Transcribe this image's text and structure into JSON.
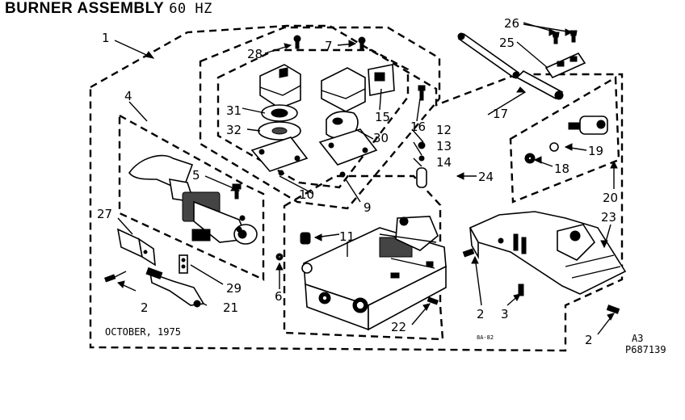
{
  "title": "BURNER ASSEMBLY",
  "subtitle": "60 HZ",
  "date_note": "OCTOBER, 1975",
  "page_code": "A3",
  "drawing_number": "P687139",
  "small_mark": "8A-82",
  "callouts": [
    {
      "id": "c1",
      "label": "1"
    },
    {
      "id": "c2a",
      "label": "2"
    },
    {
      "id": "c2b",
      "label": "2"
    },
    {
      "id": "c2c",
      "label": "2"
    },
    {
      "id": "c3",
      "label": "3"
    },
    {
      "id": "c4",
      "label": "4"
    },
    {
      "id": "c5",
      "label": "5"
    },
    {
      "id": "c6",
      "label": "6"
    },
    {
      "id": "c7",
      "label": "7"
    },
    {
      "id": "c9",
      "label": "9"
    },
    {
      "id": "c10",
      "label": "10"
    },
    {
      "id": "c11",
      "label": "11"
    },
    {
      "id": "c12",
      "label": "12"
    },
    {
      "id": "c13",
      "label": "13"
    },
    {
      "id": "c14",
      "label": "14"
    },
    {
      "id": "c15",
      "label": "15"
    },
    {
      "id": "c16",
      "label": "16"
    },
    {
      "id": "c17",
      "label": "17"
    },
    {
      "id": "c18",
      "label": "18"
    },
    {
      "id": "c19",
      "label": "19"
    },
    {
      "id": "c20",
      "label": "20"
    },
    {
      "id": "c21",
      "label": "21"
    },
    {
      "id": "c22",
      "label": "22"
    },
    {
      "id": "c23",
      "label": "23"
    },
    {
      "id": "c24",
      "label": "24"
    },
    {
      "id": "c25",
      "label": "25"
    },
    {
      "id": "c26",
      "label": "26"
    },
    {
      "id": "c27",
      "label": "27"
    },
    {
      "id": "c28",
      "label": "28"
    },
    {
      "id": "c29",
      "label": "29"
    },
    {
      "id": "c30",
      "label": "30"
    },
    {
      "id": "c31",
      "label": "31"
    },
    {
      "id": "c32",
      "label": "32"
    }
  ]
}
